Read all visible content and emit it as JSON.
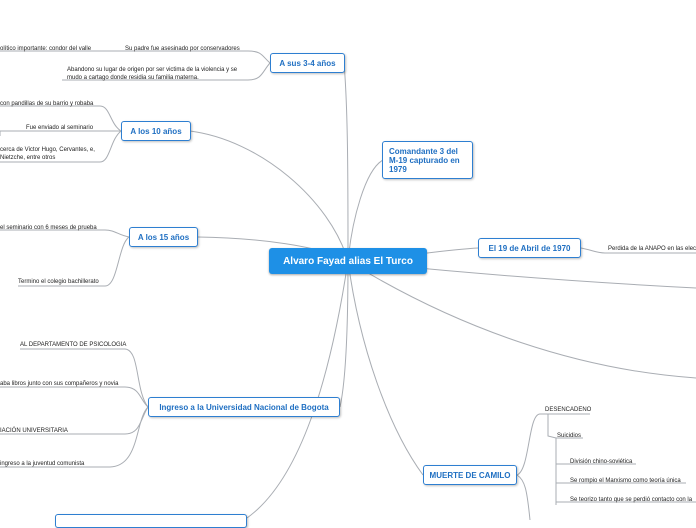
{
  "central": "Alvaro Fayad alias El Turco",
  "topics": {
    "a34": "A sus 3-4 años",
    "a10": "A los 10 años",
    "a15": "A los 15 años",
    "comandante": "Comandante 3 del M-19 capturado en 1979",
    "abril": "El 19 de Abril de 1970",
    "univ": "Ingreso a la Universidad Nacional de Bogota",
    "camilo": "MUERTE DE CAMILO"
  },
  "subtopics": {
    "condor": "olítico importante: condor del valle",
    "padre": "Su padre fue asesinado por conservadores",
    "abandono": "Abandono su lugar de origen por ser victima de la violencia y se mudo a cartago donde residia su familia materna.",
    "pandillas": "con pandillas de su barrio y robaba",
    "seminario": "Fue enviado al seminario",
    "victor": "cerca de Victor Hugo, Cervantes, e, Nietzche, entre otros",
    "prueba": "el seminario con 6 meses de prueba",
    "colegio": "Termino el colegio bachillerato",
    "psicologia": "AL DEPARTAMENTO DE PSICOLOGIA",
    "libros": "aba libros junto con sus compañeros y novia",
    "asociacion": "IACIÓN UNIVERSITARIA",
    "juventud": "ingreso a la juventud comunista",
    "anapo": "Perdida de la ANAPO en las elec",
    "desencadeno": "DESENCADENO",
    "suicidios": "Suicidios",
    "division": "División chino-soviética",
    "marxismo": "Se rompio el Marxismo como teoría única",
    "teorizo": "Se teorizo tanto que se perdió contacto con la"
  },
  "colors": {
    "central_fill": "#1e90e6",
    "topic_border": "#2e7fd1",
    "topic_text": "#1f6fc2",
    "link": "#a9adb3"
  }
}
